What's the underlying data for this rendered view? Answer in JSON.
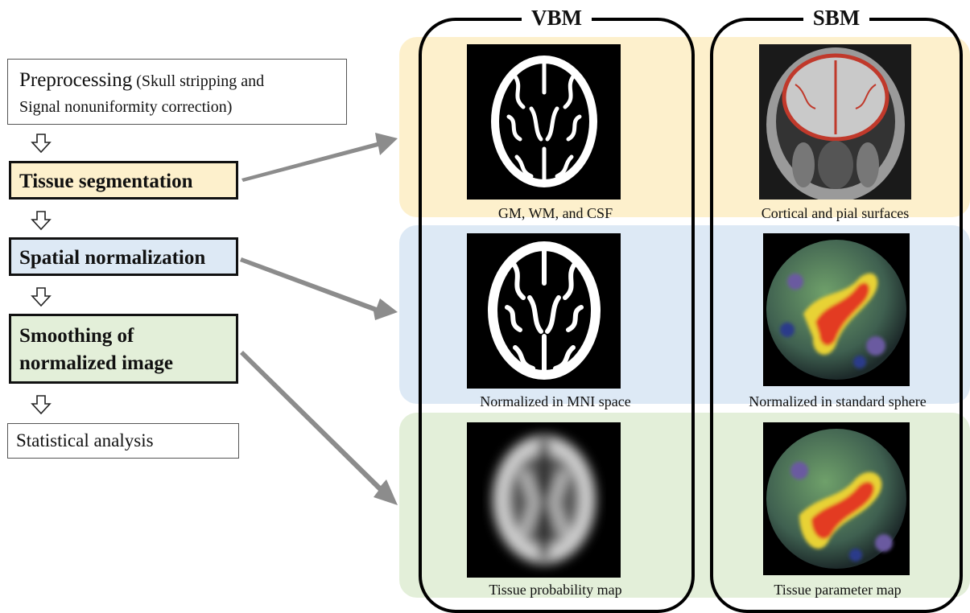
{
  "columns": {
    "vbm_title": "VBM",
    "sbm_title": "SBM"
  },
  "steps": {
    "preprocessing_main": "Preprocessing",
    "preprocessing_detail_1": "(Skull stripping and",
    "preprocessing_detail_2": "Signal nonuniformity correction)",
    "tissue_segmentation": "Tissue segmentation",
    "spatial_normalization": "Spatial normalization",
    "smoothing_line1": "Smoothing of",
    "smoothing_line2": "normalized image",
    "statistical_analysis": "Statistical analysis"
  },
  "captions": {
    "vbm_row1": "GM, WM, and CSF",
    "sbm_row1": "Cortical and pial surfaces",
    "vbm_row2": "Normalized in MNI space",
    "sbm_row2": "Normalized in standard sphere",
    "vbm_row3": "Tissue probability map",
    "sbm_row3": "Tissue parameter map"
  },
  "colors": {
    "segmentation": "#fdf0cc",
    "normalization": "#dde9f5",
    "smoothing": "#e3efd9",
    "arrow": "#8c8c8c"
  }
}
